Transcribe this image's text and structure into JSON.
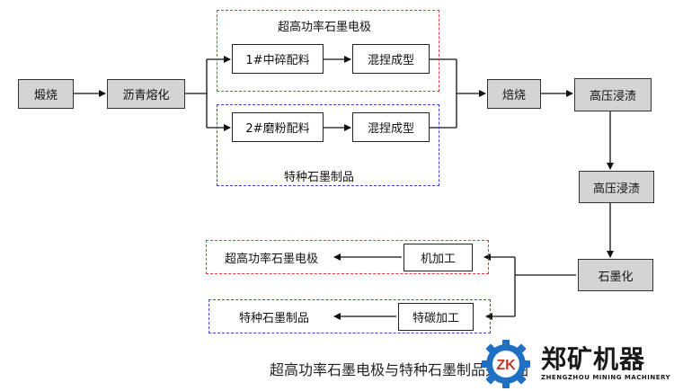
{
  "diagram": {
    "top_group_title": "超高功率石墨电极",
    "bottom_group_title": "特种石墨制品",
    "nodes": {
      "calcination": "煅烧",
      "pitch_melting": "沥青熔化",
      "batching_1": "1#中碎配料",
      "kneading_1": "混捏成型",
      "batching_2": "2#磨粉配料",
      "kneading_2": "混捏成型",
      "baking": "焙烧",
      "impregnation_1": "高压浸渍",
      "impregnation_2": "高压浸渍",
      "graphitization": "石墨化",
      "machining": "机加工",
      "special_carbon_processing": "特碳加工"
    },
    "outputs": {
      "electrode": "超高功率石墨电极",
      "special_products": "特种石墨制品"
    },
    "caption": "超高功率石墨电极与特种石墨制品关联图"
  },
  "logo": {
    "mark": "ZK",
    "name": "郑矿机器",
    "subtitle": "ZHENGZHOU MINING MACHINERY"
  },
  "colors": {
    "node_fill": "#d4d4d4",
    "dash_red": "#e23b3b",
    "dash_blue": "#3b45d9",
    "logo_blue": "#1f6fc2"
  }
}
